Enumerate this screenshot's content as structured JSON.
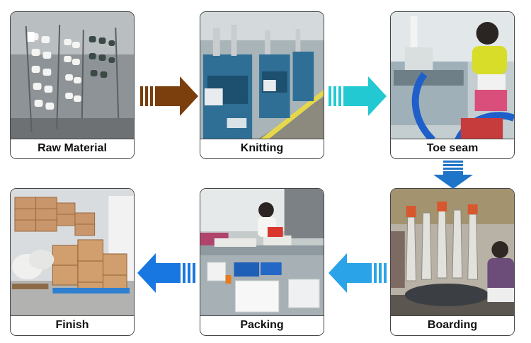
{
  "steps": [
    {
      "id": "raw",
      "label": "Raw Material"
    },
    {
      "id": "knit",
      "label": "Knitting"
    },
    {
      "id": "toe",
      "label": "Toe seam"
    },
    {
      "id": "boarding",
      "label": "Boarding"
    },
    {
      "id": "packing",
      "label": "Packing"
    },
    {
      "id": "finish",
      "label": "Finish"
    }
  ],
  "arrows": [
    {
      "from": "raw",
      "to": "knit",
      "direction": "right",
      "color": "#7a3f0c"
    },
    {
      "from": "knit",
      "to": "toe",
      "direction": "right",
      "color": "#22c9d2"
    },
    {
      "from": "toe",
      "to": "boarding",
      "direction": "down",
      "color": "#1e74c8"
    },
    {
      "from": "boarding",
      "to": "packing",
      "direction": "left",
      "color": "#2aa3e8"
    },
    {
      "from": "packing",
      "to": "finish",
      "direction": "left",
      "color": "#1877e0"
    }
  ],
  "colors": {
    "border": "#444444",
    "label_text": "#111111",
    "background": "#ffffff"
  }
}
